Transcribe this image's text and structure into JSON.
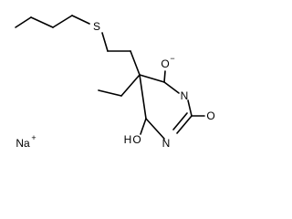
{
  "molecule": {
    "atoms": {
      "sulfur": "S",
      "oxygen_anion": "O",
      "oxygen_anion_charge": "−",
      "nitrogen_upper": "N",
      "oxygen_right": "O",
      "nitrogen_lower": "N",
      "oxygen_left": "O",
      "hydrogen_left": "H",
      "sodium": "Na",
      "sodium_charge": "+"
    }
  }
}
